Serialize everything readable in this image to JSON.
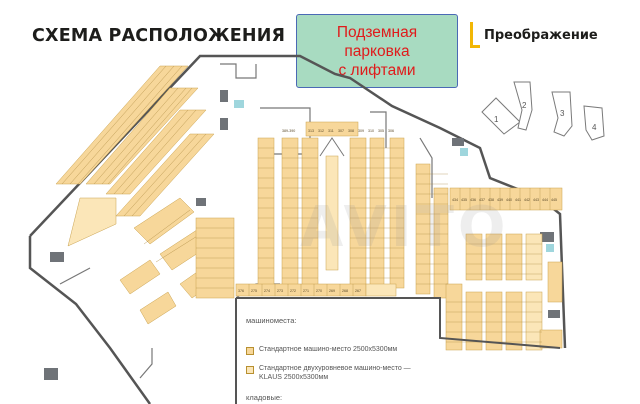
{
  "title": "СХЕМА РАСПОЛОЖЕНИЯ",
  "callout": {
    "lines": [
      "Подземная",
      "парковка",
      "с лифтами"
    ]
  },
  "brand": {
    "name": "Преображение",
    "accent": "#f2b705"
  },
  "keymap": {
    "labels": [
      "1",
      "2",
      "3",
      "4"
    ]
  },
  "plan": {
    "top_block_labels": [
      "389-390",
      "313",
      "312",
      "311",
      "307",
      "308",
      "309",
      "310",
      "305",
      "306"
    ],
    "right_block_labels": [
      "434",
      "435",
      "436",
      "437",
      "438",
      "439",
      "440",
      "441",
      "442",
      "443",
      "444",
      "445"
    ],
    "bottom_row_labels": [
      "376",
      "275",
      "274",
      "273",
      "272",
      "271",
      "270",
      "269",
      "268",
      "267"
    ],
    "colors": {
      "standard": "#f7d79a",
      "two_level": "#fbe6b8",
      "storage": "#6f7378",
      "wall": "#555555",
      "tech": "#9fd6dd"
    }
  },
  "legend": {
    "heading_spaces": "машиноместа:",
    "items": [
      {
        "text": "Стандартное машино-место 2500x5300мм",
        "color": "#f7d79a"
      },
      {
        "text": "Стандартное двухуровневое машино-место —",
        "text2": "KLAUS 2500x5300мм",
        "color": "#fbe6b8"
      }
    ],
    "heading_storage": "кладовые:"
  },
  "watermark": "AVITO"
}
